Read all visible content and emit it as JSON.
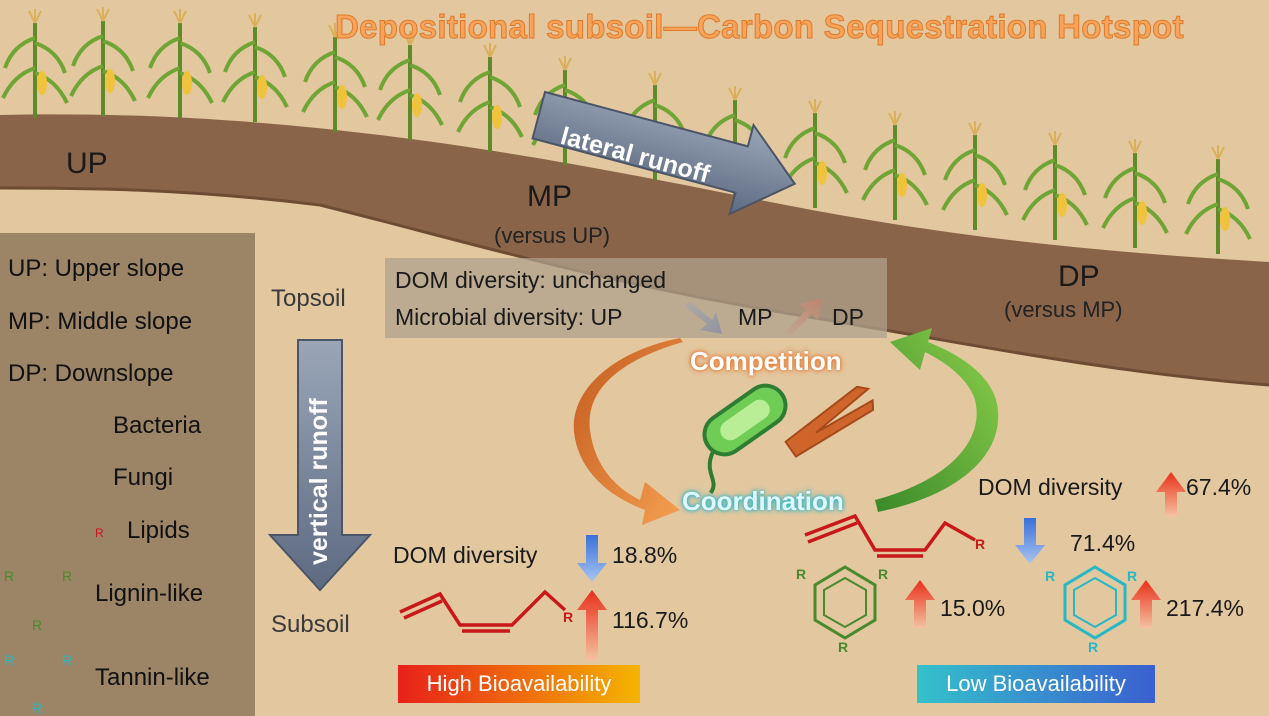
{
  "title": "Depositional subsoil—Carbon Sequestration Hotspot",
  "slopes": {
    "up": "UP",
    "mp": "MP",
    "mp_note": "(versus UP)",
    "dp": "DP",
    "dp_note": "(versus MP)"
  },
  "runoff": {
    "lateral": "lateral runoff",
    "vertical": "vertical runoff"
  },
  "legend": {
    "up": "UP: Upper slope",
    "mp": "MP: Middle slope",
    "dp": "DP: Downslope",
    "bacteria": "Bacteria",
    "fungi": "Fungi",
    "lipids": "Lipids",
    "lignin": "Lignin-like",
    "tannin": "Tannin-like"
  },
  "topsoil": {
    "label": "Topsoil",
    "dom": "DOM diversity: unchanged",
    "micro_label": "Microbial diversity: UP",
    "micro_mp": "MP",
    "micro_dp": "DP"
  },
  "cycle": {
    "competition": "Competition",
    "coordination": "Coordination"
  },
  "subsoil": {
    "label": "Subsoil",
    "dom": "DOM diversity",
    "dom_change": "18.8%",
    "lipid_change": "116.7%",
    "bio": "High Bioavailability"
  },
  "dp_side": {
    "dom": "DOM diversity",
    "dom_change": "67.4%",
    "lipid_change": "71.4%",
    "lignin_change": "15.0%",
    "tannin_change": "217.4%",
    "bio": "Low Bioavailability"
  },
  "chem_r": "R",
  "colors": {
    "topsoil": "#8a6448",
    "subsoil": "#e2c79f",
    "orange": "#e8722a",
    "green": "#5caa3a",
    "lipid": "#c8181a",
    "lignin": "#4a8a2e",
    "tannin": "#26b8c5"
  }
}
